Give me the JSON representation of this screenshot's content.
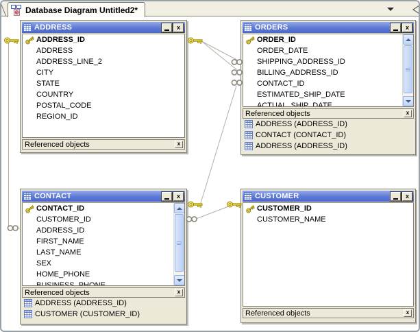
{
  "tab": {
    "title": "Database Diagram Untitled2*"
  },
  "labels": {
    "referenced": "Referenced objects"
  },
  "icons": {
    "tab_icon": "database-diagram-icon",
    "minimize": "minimize-icon",
    "close": "close-icon",
    "close_glyph": "x",
    "tab_list_dropdown": "tab-list-dropdown-icon",
    "primary_key": "key-icon",
    "many_end": "infinity-icon",
    "table": "table-grid-icon"
  },
  "colors": {
    "titlebar": "#5d79d5",
    "panel": "#ece9d8",
    "relationship_line": "#b3b0a8",
    "key_gold": "#f5df3d"
  },
  "tables": [
    {
      "title": "ADDRESS",
      "columns": [
        {
          "name": "ADDRESS_ID",
          "pk": true
        },
        {
          "name": "ADDRESS",
          "pk": false
        },
        {
          "name": "ADDRESS_LINE_2",
          "pk": false
        },
        {
          "name": "CITY",
          "pk": false
        },
        {
          "name": "STATE",
          "pk": false
        },
        {
          "name": "COUNTRY",
          "pk": false
        },
        {
          "name": "POSTAL_CODE",
          "pk": false
        },
        {
          "name": "REGION_ID",
          "pk": false
        }
      ],
      "referenced": []
    },
    {
      "title": "ORDERS",
      "columns": [
        {
          "name": "ORDER_ID",
          "pk": true
        },
        {
          "name": "ORDER_DATE",
          "pk": false
        },
        {
          "name": "SHIPPING_ADDRESS_ID",
          "pk": false
        },
        {
          "name": "BILLING_ADDRESS_ID",
          "pk": false
        },
        {
          "name": "CONTACT_ID",
          "pk": false
        },
        {
          "name": "ESTIMATED_SHIP_DATE",
          "pk": false
        },
        {
          "name": "ACTUAL_SHIP_DATE",
          "pk": false
        }
      ],
      "referenced": [
        "ADDRESS (ADDRESS_ID)",
        "CONTACT (CONTACT_ID)",
        "ADDRESS (ADDRESS_ID)"
      ]
    },
    {
      "title": "CONTACT",
      "columns": [
        {
          "name": "CONTACT_ID",
          "pk": true
        },
        {
          "name": "CUSTOMER_ID",
          "pk": false
        },
        {
          "name": "ADDRESS_ID",
          "pk": false
        },
        {
          "name": "FIRST_NAME",
          "pk": false
        },
        {
          "name": "LAST_NAME",
          "pk": false
        },
        {
          "name": "SEX",
          "pk": false
        },
        {
          "name": "HOME_PHONE",
          "pk": false
        },
        {
          "name": "BUSINESS_PHONE",
          "pk": false
        }
      ],
      "referenced": [
        "ADDRESS (ADDRESS_ID)",
        "CUSTOMER (CUSTOMER_ID)"
      ]
    },
    {
      "title": "CUSTOMER",
      "columns": [
        {
          "name": "CUSTOMER_ID",
          "pk": true
        },
        {
          "name": "CUSTOMER_NAME",
          "pk": false
        }
      ],
      "referenced": []
    }
  ],
  "relationships": [
    {
      "one": "ADDRESS.ADDRESS_ID",
      "many": "CONTACT.ADDRESS_ID"
    },
    {
      "one": "ADDRESS.ADDRESS_ID",
      "many": "ORDERS.SHIPPING_ADDRESS_ID"
    },
    {
      "one": "ADDRESS.ADDRESS_ID",
      "many": "ORDERS.BILLING_ADDRESS_ID"
    },
    {
      "one": "CONTACT.CONTACT_ID",
      "many": "ORDERS.CONTACT_ID"
    },
    {
      "one": "CUSTOMER.CUSTOMER_ID",
      "many": "CONTACT.CUSTOMER_ID"
    }
  ]
}
